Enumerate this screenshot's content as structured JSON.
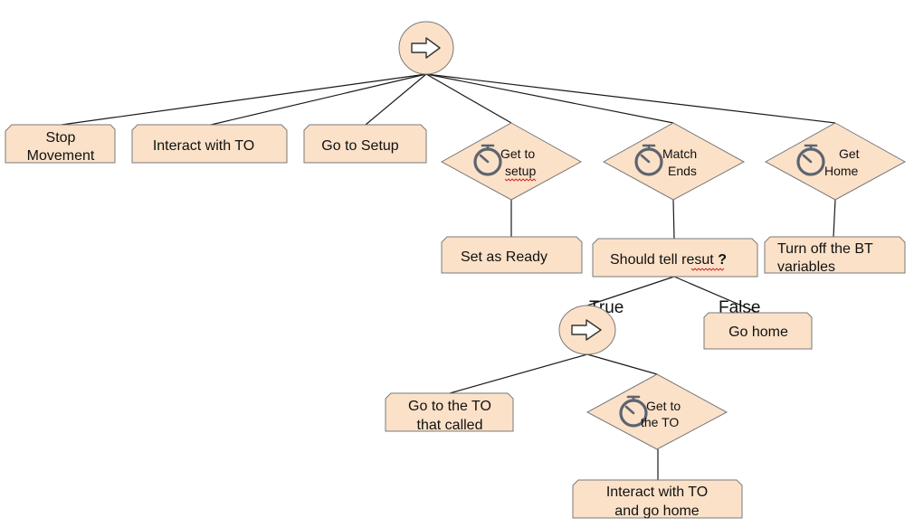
{
  "diagram": {
    "root": {
      "icon": "right-arrow-icon"
    },
    "children": [
      {
        "type": "action",
        "lines": [
          "Stop",
          "Movement"
        ]
      },
      {
        "type": "action",
        "lines": [
          "Interact with TO"
        ]
      },
      {
        "type": "action",
        "lines": [
          "Go to Setup"
        ]
      },
      {
        "type": "decorator",
        "icon": "timer-icon",
        "lines": [
          "Get to",
          "setup"
        ],
        "child": {
          "lines": [
            "Set as Ready"
          ]
        }
      },
      {
        "type": "decorator",
        "icon": "timer-icon",
        "lines": [
          "Match",
          "Ends"
        ],
        "child": {
          "lines": [
            "Should tell resut",
            "?"
          ]
        }
      },
      {
        "type": "decorator",
        "icon": "timer-icon",
        "lines": [
          "Get",
          "Home"
        ],
        "child": {
          "lines": [
            "Turn off the BT",
            "variables"
          ]
        }
      }
    ],
    "branch_labels": {
      "true": "True",
      "false": "False"
    },
    "false_action": {
      "lines": [
        "Go home"
      ]
    },
    "sequence": {
      "icon": "right-arrow-icon"
    },
    "sequence_children": [
      {
        "type": "action",
        "lines": [
          "Go to the TO",
          "that called"
        ]
      },
      {
        "type": "decorator",
        "icon": "timer-icon",
        "lines": [
          "Get to",
          "the TO"
        ],
        "child": {
          "lines": [
            "Interact with TO",
            "and go home"
          ]
        }
      }
    ],
    "colors": {
      "node_fill": "#fbe1c8",
      "node_stroke": "#7a7a7a",
      "edge": "#1a1a1a",
      "icon": "#5c6470",
      "spellcheck": "#d02020"
    }
  }
}
